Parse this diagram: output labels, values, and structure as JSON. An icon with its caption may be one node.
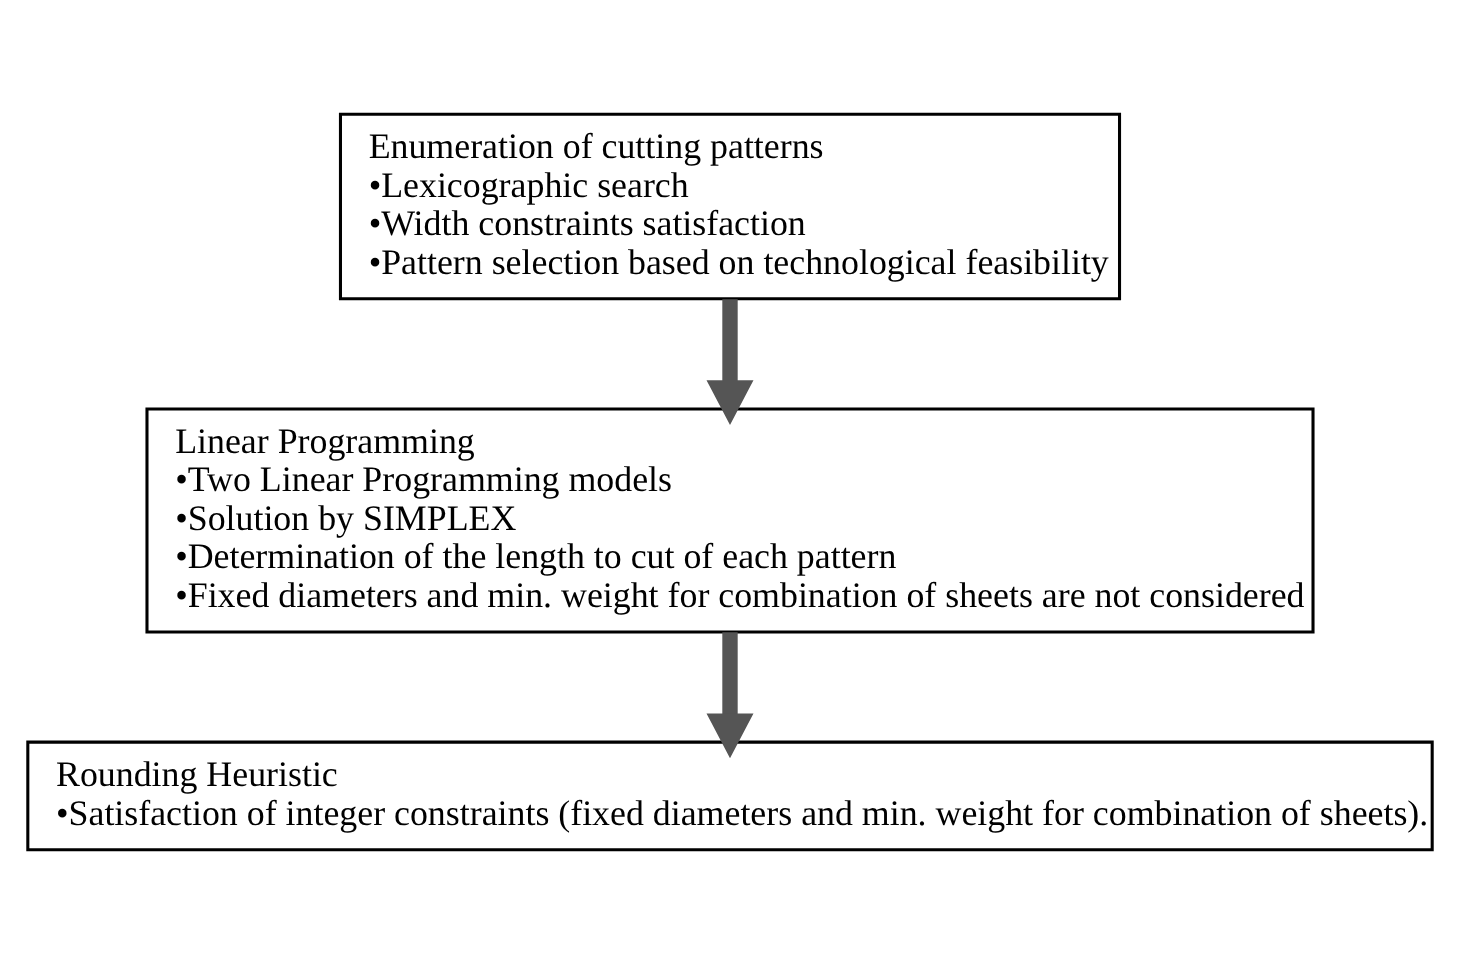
{
  "diagram": {
    "nodes": [
      {
        "text": [
          "Enumeration of cutting patterns",
          "•Lexicographic search",
          "•Width constraints satisfaction",
          "•Pattern selection based on technological feasibility"
        ]
      },
      {
        "text": [
          "Linear Programming",
          "•Two Linear Programming models",
          "•Solution by SIMPLEX",
          "•Determination of the length to cut of each pattern",
          "•Fixed diameters and min. weight for combination of sheets are not considered"
        ]
      },
      {
        "text": [
          "Rounding Heuristic",
          "•Satisfaction of integer constraints (fixed diameters and min. weight for combination of sheets)."
        ]
      }
    ],
    "edges": [
      {
        "from": 0,
        "to": 1,
        "arrow": "to"
      },
      {
        "from": 1,
        "to": 2,
        "arrow": "to"
      }
    ]
  }
}
